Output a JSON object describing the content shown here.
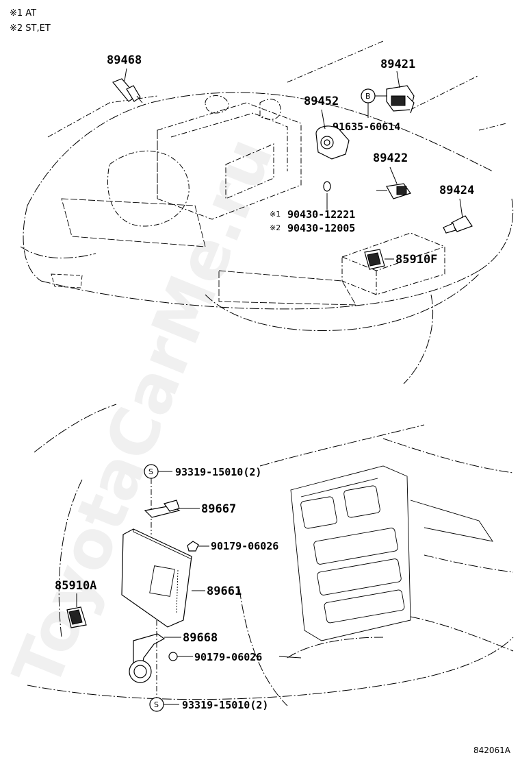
{
  "notes": [
    "※1 AT",
    "※2 ST,ET"
  ],
  "parts": {
    "p89468": "89468",
    "p89421": "89421",
    "p89452": "89452",
    "p91635": "91635-60614",
    "p89422": "89422",
    "p89424": "89424",
    "p90430_1": "90430-12221",
    "p90430_2": "90430-12005",
    "p85910F": "85910F",
    "p93319_top": "93319-15010(2)",
    "p89667": "89667",
    "p90179_top": "90179-06026",
    "p89661": "89661",
    "p85910A": "85910A",
    "p89668": "89668",
    "p90179_bot": "90179-06026",
    "p93319_bot": "93319-15010(2)"
  },
  "marks": {
    "b": "B",
    "s": "S",
    "m1": "※1",
    "m2": "※2"
  },
  "watermark": "ToyotaCarMe.ru",
  "reference": "842061A"
}
